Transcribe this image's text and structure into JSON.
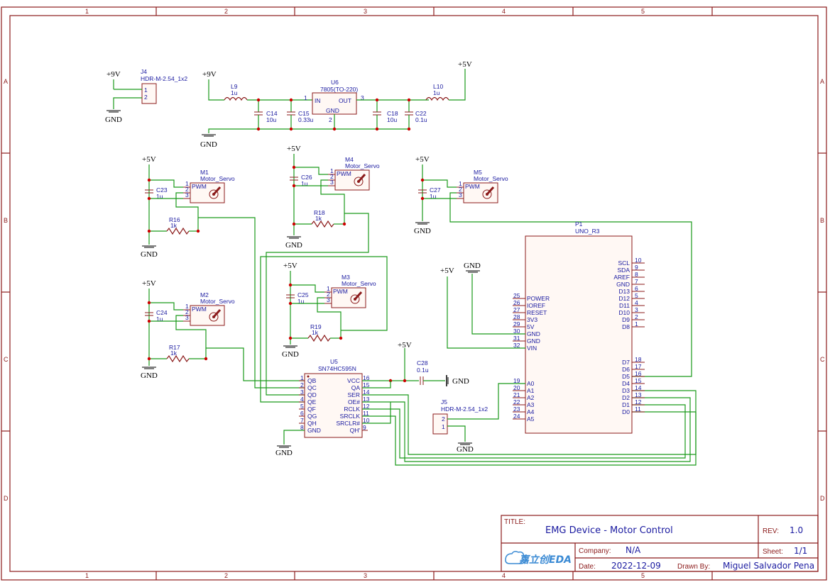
{
  "frame": {
    "columns": [
      "1",
      "2",
      "3",
      "4",
      "5"
    ],
    "rows": [
      "A",
      "B",
      "C",
      "D"
    ]
  },
  "title_block": {
    "title_label": "TITLE:",
    "title": "EMG Device - Motor Control",
    "rev_label": "REV:",
    "rev": "1.0",
    "company_label": "Company:",
    "company": "N/A",
    "sheet_label": "Sheet:",
    "sheet": "1/1",
    "date_label": "Date:",
    "date": "2022-12-09",
    "drawn_label": "Drawn By:",
    "drawn_by": "Miguel Salvador Pena",
    "logo_text": "嘉立创EDA"
  },
  "power": {
    "p9v": "+9V",
    "p5v": "+5V",
    "gnd": "GND"
  },
  "components": {
    "j4": {
      "ref": "J4",
      "value": "HDR-M-2.54_1x2",
      "pins": [
        "1",
        "2"
      ]
    },
    "j5": {
      "ref": "J5",
      "value": "HDR-M-2.54_1x2",
      "pins": [
        "2",
        "1"
      ]
    },
    "l9": {
      "ref": "L9",
      "value": "1u"
    },
    "l10": {
      "ref": "L10",
      "value": "1u"
    },
    "u6": {
      "ref": "U6",
      "value": "7805(TO-220)",
      "in": "IN",
      "out": "OUT",
      "gnd": "GND",
      "p1": "1",
      "p2": "2",
      "p3": "3"
    },
    "c14": {
      "ref": "C14",
      "value": "10u"
    },
    "c15": {
      "ref": "C15",
      "value": "0.33u"
    },
    "c18": {
      "ref": "C18",
      "value": "10u"
    },
    "c22": {
      "ref": "C22",
      "value": "0.1u"
    },
    "c23": {
      "ref": "C23",
      "value": "1u"
    },
    "c24": {
      "ref": "C24",
      "value": "1u"
    },
    "c25": {
      "ref": "C25",
      "value": "1u"
    },
    "c26": {
      "ref": "C26",
      "value": "1u"
    },
    "c27": {
      "ref": "C27",
      "value": "1u"
    },
    "c28": {
      "ref": "C28",
      "value": "0.1u"
    },
    "r16": {
      "ref": "R16",
      "value": "1k"
    },
    "r17": {
      "ref": "R17",
      "value": "1k"
    },
    "r18": {
      "ref": "R18",
      "value": "1k"
    },
    "r19": {
      "ref": "R19",
      "value": "1k"
    },
    "m1": {
      "ref": "M1",
      "value": "Motor_Servo"
    },
    "m2": {
      "ref": "M2",
      "value": "Motor_Servo"
    },
    "m3": {
      "ref": "M3",
      "value": "Motor_Servo"
    },
    "m4": {
      "ref": "M4",
      "value": "Motor_Servo"
    },
    "m5": {
      "ref": "M5",
      "value": "Motor_Servo"
    },
    "servo_pin_label": "PWM",
    "servo_pins": [
      "1",
      "2",
      "3"
    ],
    "u5": {
      "ref": "U5",
      "value": "SN74HC595N",
      "left_pins": [
        [
          "1",
          "QB"
        ],
        [
          "2",
          "QC"
        ],
        [
          "3",
          "QD"
        ],
        [
          "4",
          "QE"
        ],
        [
          "5",
          "QF"
        ],
        [
          "6",
          "QG"
        ],
        [
          "7",
          "QH"
        ],
        [
          "8",
          "GND"
        ]
      ],
      "right_pins": [
        [
          "16",
          "VCC"
        ],
        [
          "15",
          "QA"
        ],
        [
          "14",
          "SER"
        ],
        [
          "13",
          "OE#"
        ],
        [
          "12",
          "RCLK"
        ],
        [
          "11",
          "SRCLK"
        ],
        [
          "10",
          "SRCLR#"
        ],
        [
          "9",
          "QH'"
        ]
      ]
    },
    "p1": {
      "ref": "P1",
      "value": "UNO_R3",
      "left_pins": [
        [
          "25",
          "POWER"
        ],
        [
          "26",
          "IOREF"
        ],
        [
          "27",
          "RESET"
        ],
        [
          "28",
          "3V3"
        ],
        [
          "29",
          "5V"
        ],
        [
          "30",
          "GND"
        ],
        [
          "31",
          "GND"
        ],
        [
          "32",
          "VIN"
        ],
        [
          "19",
          "A0"
        ],
        [
          "20",
          "A1"
        ],
        [
          "21",
          "A2"
        ],
        [
          "22",
          "A3"
        ],
        [
          "23",
          "A4"
        ],
        [
          "24",
          "A5"
        ]
      ],
      "right_top": [
        [
          "10",
          "SCL"
        ],
        [
          "9",
          "SDA"
        ],
        [
          "8",
          "AREF"
        ],
        [
          "7",
          "GND"
        ],
        [
          "6",
          "D13"
        ],
        [
          "5",
          "D12"
        ],
        [
          "4",
          "D11"
        ],
        [
          "3",
          "D10"
        ],
        [
          "2",
          "D9"
        ],
        [
          "1",
          "D8"
        ]
      ],
      "right_bot": [
        [
          "18",
          "D7"
        ],
        [
          "17",
          "D6"
        ],
        [
          "16",
          "D5"
        ],
        [
          "15",
          "D4"
        ],
        [
          "14",
          "D3"
        ],
        [
          "13",
          "D2"
        ],
        [
          "12",
          "D1"
        ],
        [
          "11",
          "D0"
        ]
      ]
    }
  }
}
